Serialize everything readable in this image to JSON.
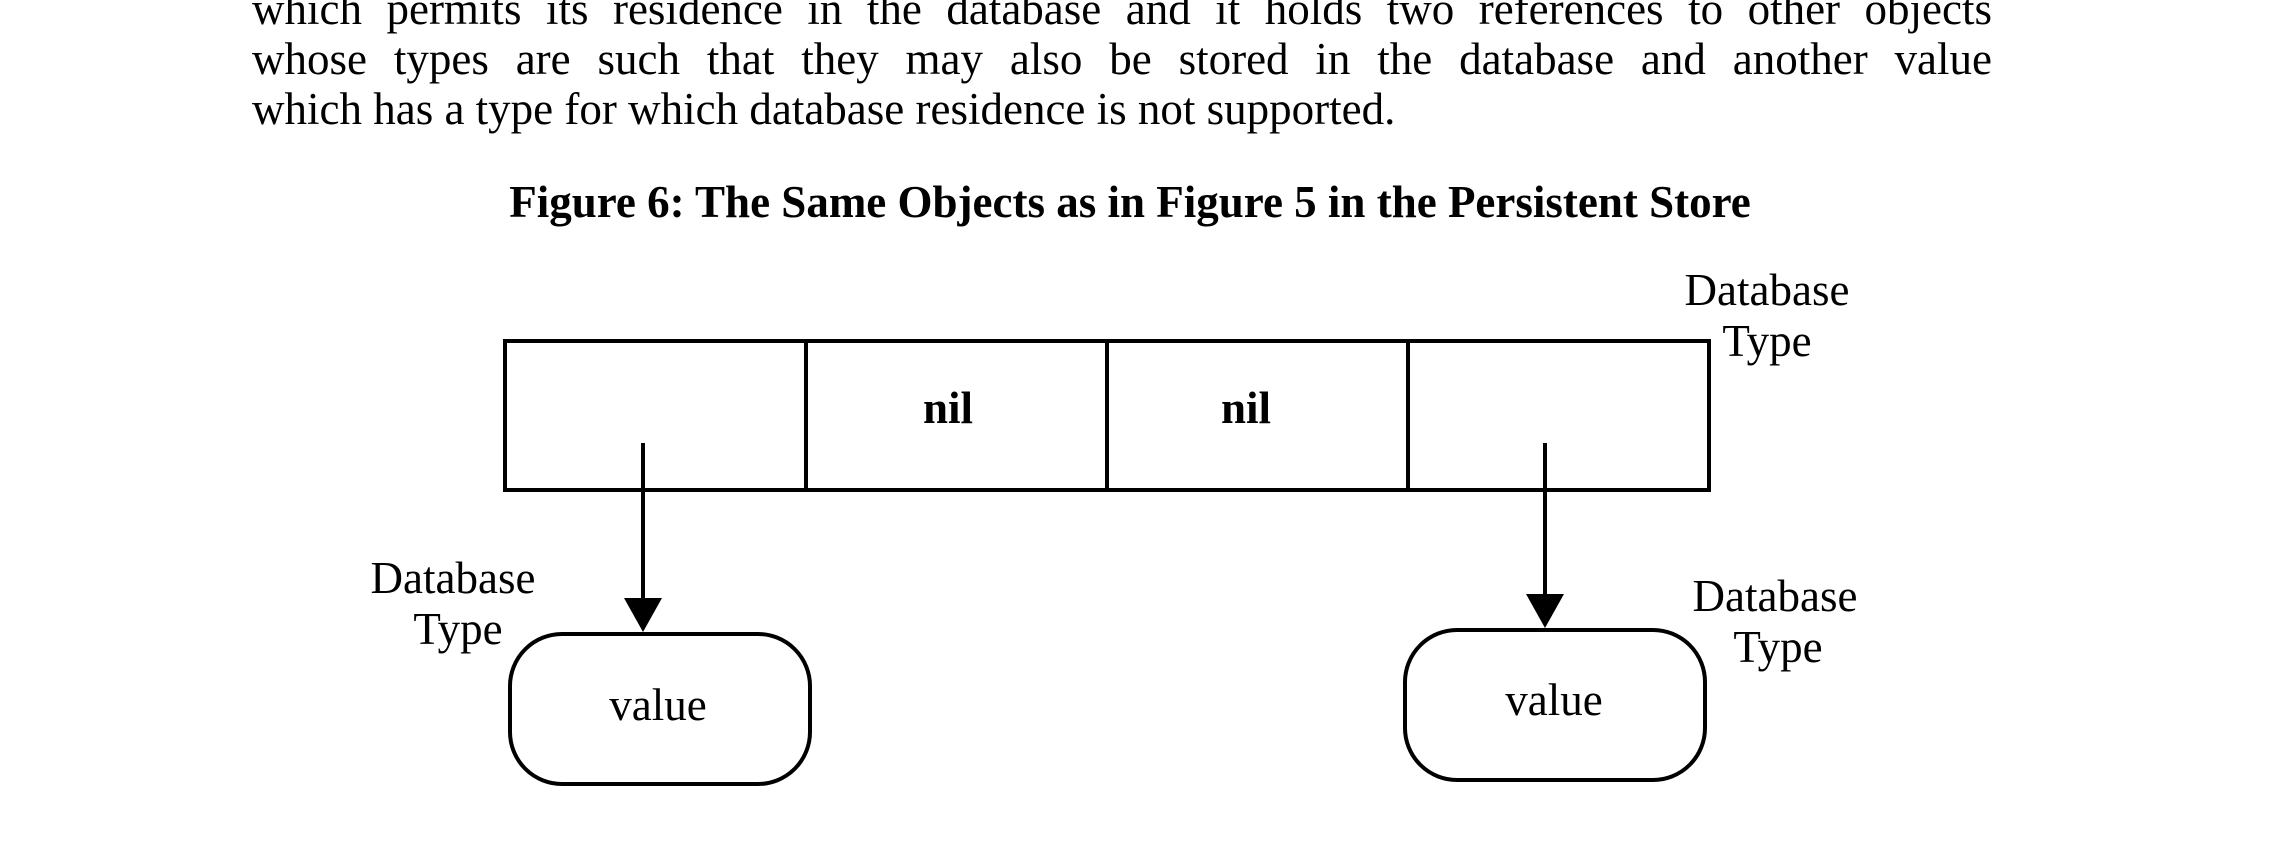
{
  "paragraph": {
    "lines": [
      "which permits its residence in the database and it holds two references to other objects",
      "whose types are such that they may also be stored in the database and another value",
      "which has a type for which database residence is not supported."
    ]
  },
  "figure": {
    "caption": "Figure 6: The Same Objects as in Figure 5 in the Persistent Store",
    "record": {
      "type_label_line1": "Database",
      "type_label_line2": "Type",
      "cells": [
        "",
        "nil",
        "nil",
        ""
      ]
    },
    "left_object": {
      "type_label_line1": "Database",
      "type_label_line2": "Type",
      "value_label": "value"
    },
    "right_object": {
      "type_label_line1": "Database",
      "type_label_line2": "Type",
      "value_label": "value"
    }
  }
}
